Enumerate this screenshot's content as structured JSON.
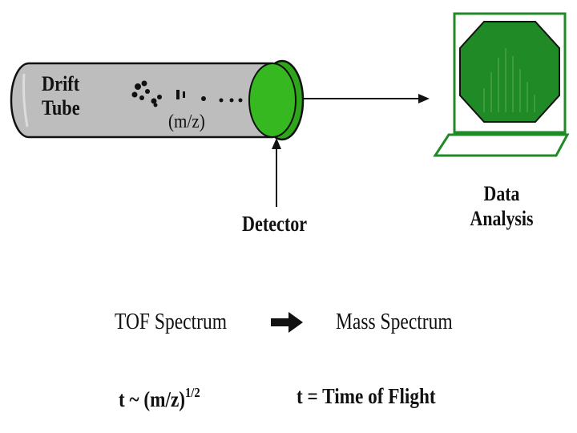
{
  "drift_tube": {
    "line1": "Drift",
    "line2": "Tube",
    "ion_label": "(m/z)"
  },
  "detector": {
    "label": "Detector"
  },
  "data_analysis": {
    "line1": "Data",
    "line2": "Analysis"
  },
  "conversion": {
    "from": "TOF Spectrum",
    "to": "Mass Spectrum"
  },
  "formula": {
    "lhs": "t ~ (m/z)",
    "exponent": "1/2",
    "definition": "t = Time of Flight"
  },
  "colors": {
    "tube": "#bdbdbd",
    "detector_green": "#33b51e",
    "screen_green": "#1f8a26",
    "ink": "#111111"
  }
}
